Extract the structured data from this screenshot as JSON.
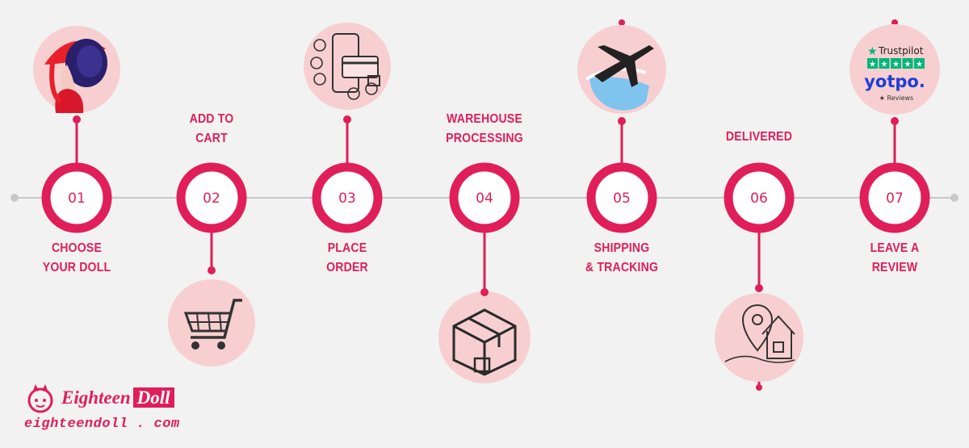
{
  "steps": [
    {
      "number": "01",
      "label_lines": [
        "CHOOSE",
        "YOUR DOLL"
      ],
      "icon": "doll-avatar-icon"
    },
    {
      "number": "02",
      "label_lines": [
        "ADD TO",
        "CART"
      ],
      "icon": "shopping-cart-icon"
    },
    {
      "number": "03",
      "label_lines": [
        "PLACE",
        "ORDER"
      ],
      "icon": "payment-phone-icon"
    },
    {
      "number": "04",
      "label_lines": [
        "WAREHOUSE",
        "PROCESSING"
      ],
      "icon": "package-box-icon"
    },
    {
      "number": "05",
      "label_lines": [
        "SHIPPING",
        "& TRACKING"
      ],
      "icon": "airplane-globe-icon"
    },
    {
      "number": "06",
      "label_lines": [
        "DELIVERED"
      ],
      "icon": "house-location-icon"
    },
    {
      "number": "07",
      "label_lines": [
        "LEAVE A",
        "REVIEW"
      ],
      "icon": "review-badges-icon"
    }
  ],
  "review_badges": {
    "trustpilot": "Trustpilot",
    "yotpo": "yotpo.",
    "reviews": "Reviews"
  },
  "brand": {
    "name_part1": "Eighteen",
    "name_part2": "Doll",
    "url": "eighteendoll . com"
  },
  "colors": {
    "accent": "#e01e5a",
    "bubble": "#f8cfd0",
    "line": "#c8c8c8",
    "background": "#f2f2f2",
    "trustpilot_green": "#00b67a",
    "yotpo_blue": "#1c3fd8"
  }
}
